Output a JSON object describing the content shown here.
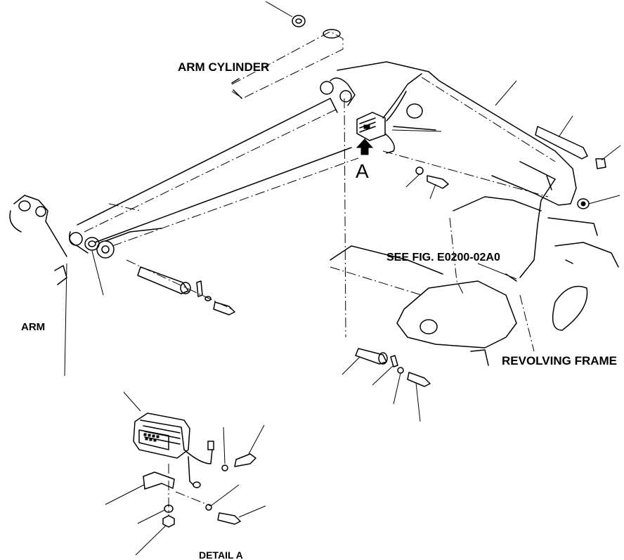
{
  "labels": {
    "arm_cylinder": "ARM CYLINDER",
    "arm": "ARM",
    "see_fig": "SEE FIG. E0200-02A0",
    "revolving_frame": "REVOLVING FRAME",
    "detail_a": "DETAIL A",
    "view_a": "A"
  }
}
